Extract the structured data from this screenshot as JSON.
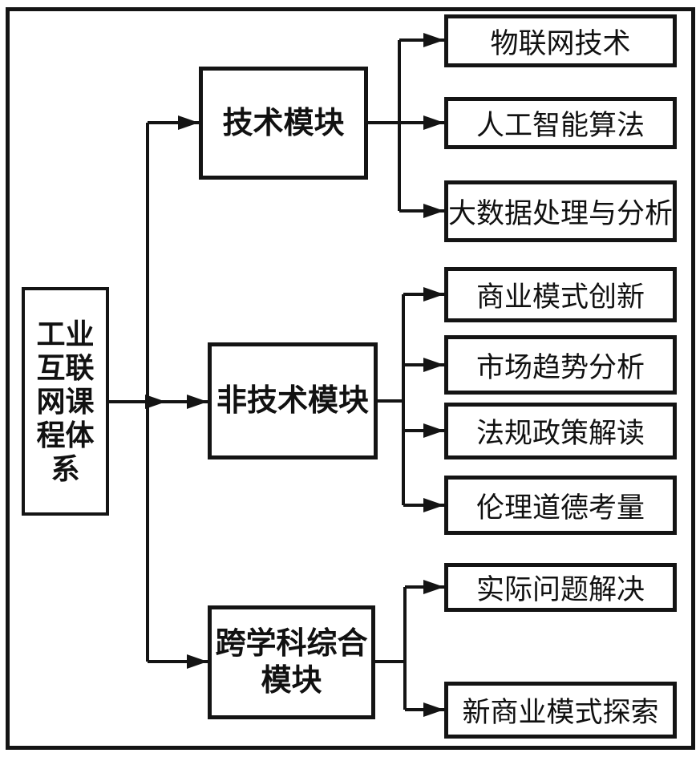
{
  "colors": {
    "line": "#141414",
    "background": "#ffffff",
    "text": "#111111"
  },
  "diagram": {
    "type": "tree-flowchart",
    "direction": "left-to-right",
    "root": {
      "label": "工业互联网课程体系"
    },
    "modules": [
      {
        "label": "技术模块",
        "children": [
          "物联网技术",
          "人工智能算法",
          "大数据处理与分析"
        ]
      },
      {
        "label": "非技术模块",
        "children": [
          "商业模式创新",
          "市场趋势分析",
          "法规政策解读",
          "伦理道德考量"
        ]
      },
      {
        "label": "跨学科综合模块",
        "children": [
          "实际问题解决",
          "新商业模式探索"
        ]
      }
    ]
  }
}
